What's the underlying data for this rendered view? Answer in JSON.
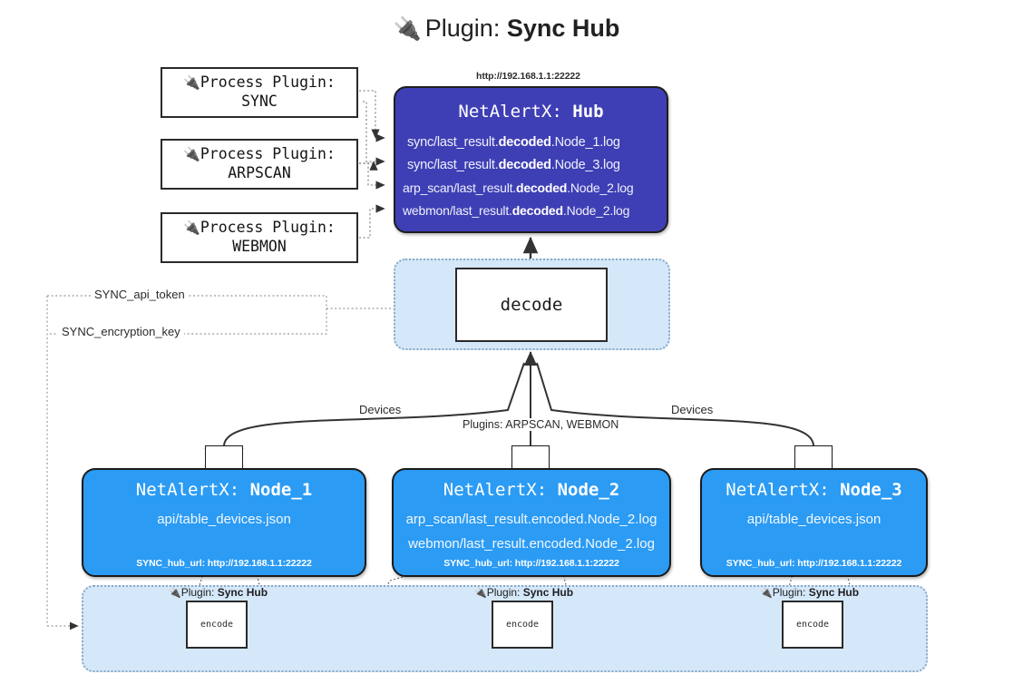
{
  "title": {
    "icon": "electric-plug-icon",
    "glyph": "🔌",
    "label": "Plugin:",
    "name": "Sync Hub"
  },
  "colors": {
    "hub_fill": "#3f3fb5",
    "node_fill": "#2b9bf4",
    "container_fill": "#d5e8fa",
    "container_border": "#8aa9c4",
    "stroke": "#1b1b1b",
    "background": "#ffffff"
  },
  "process_plugins": [
    {
      "line1": "Process Plugin:",
      "line2": "SYNC",
      "glyph": "🔌"
    },
    {
      "line1": "Process Plugin:",
      "line2": "ARPSCAN",
      "glyph": "🔌"
    },
    {
      "line1": "Process Plugin:",
      "line2": "WEBMON",
      "glyph": "🔌"
    }
  ],
  "hub": {
    "url": "http://192.168.1.1:22222",
    "prefix": "NetAlertX:",
    "name": "Hub",
    "logs": [
      {
        "pre": "sync/last_result.",
        "mid": "decoded",
        "post": ".Node_1.log"
      },
      {
        "pre": "sync/last_result.",
        "mid": "decoded",
        "post": ".Node_3.log"
      },
      {
        "pre": "arp_scan/last_result.",
        "mid": "decoded",
        "post": ".Node_2.log"
      },
      {
        "pre": "webmon/last_result.",
        "mid": "decoded",
        "post": ".Node_2.log"
      }
    ]
  },
  "decode": {
    "label": "decode"
  },
  "secrets": [
    {
      "label": "SYNC_api_token"
    },
    {
      "label": "SYNC_encryption_key"
    }
  ],
  "edge_labels": {
    "devices_left": "Devices",
    "devices_right": "Devices",
    "plugins_center": "Plugins: ARPSCAN, WEBMON"
  },
  "nodes": [
    {
      "prefix": "NetAlertX:",
      "name": "Node_1",
      "lines": [
        "api/table_devices.json"
      ],
      "footer": "SYNC_hub_url: http://192.168.1.1:22222",
      "icon": "envelope-icon"
    },
    {
      "prefix": "NetAlertX:",
      "name": "Node_2",
      "lines": [
        "arp_scan/last_result.encoded.Node_2.log",
        "webmon/last_result.encoded.Node_2.log"
      ],
      "footer": "SYNC_hub_url: http://192.168.1.1:22222",
      "icon": "envelope-icon"
    },
    {
      "prefix": "NetAlertX:",
      "name": "Node_3",
      "lines": [
        "api/table_devices.json"
      ],
      "footer": "SYNC_hub_url: http://192.168.1.1:22222",
      "icon": "envelope-icon"
    }
  ],
  "plugin_strip": [
    {
      "glyph": "🔌",
      "label": "Plugin:",
      "name": "Sync Hub",
      "box": "encode"
    },
    {
      "glyph": "🔌",
      "label": "Plugin:",
      "name": "Sync Hub",
      "box": "encode"
    },
    {
      "glyph": "🔌",
      "label": "Plugin:",
      "name": "Sync Hub",
      "box": "encode"
    }
  ]
}
